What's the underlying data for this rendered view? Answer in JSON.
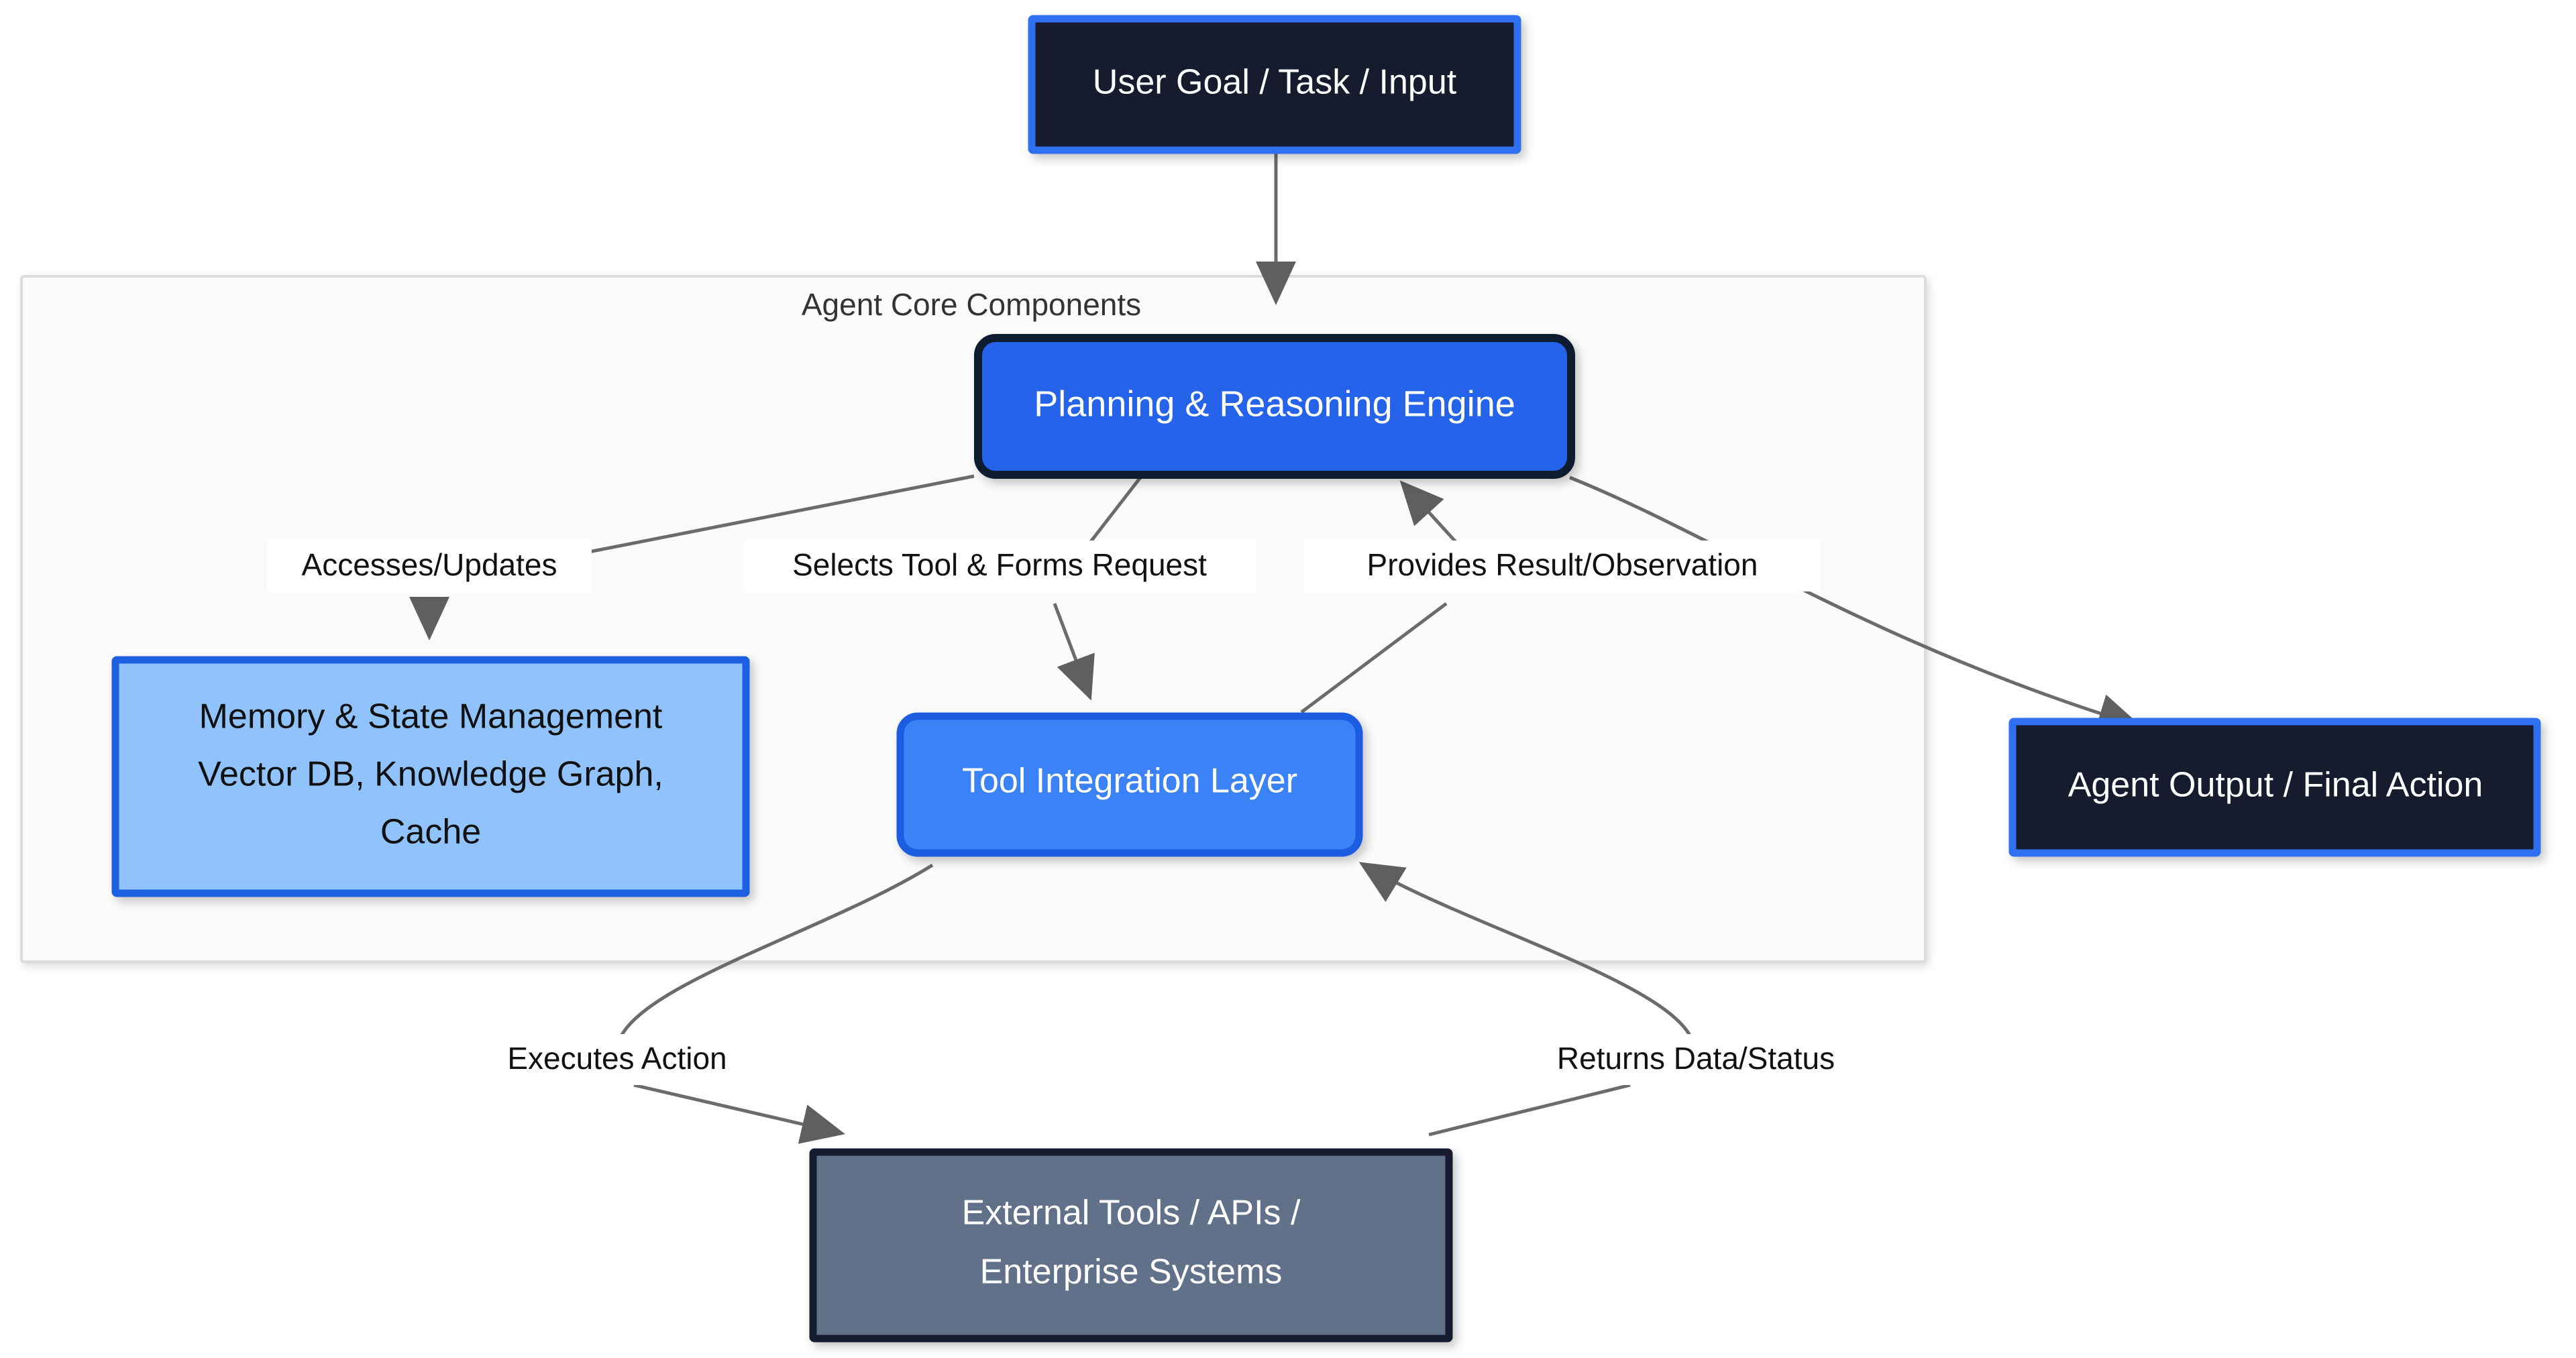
{
  "diagram": {
    "type": "flowchart",
    "title": "",
    "background": "#ffffff",
    "subgraph": {
      "label": "Agent Core Components",
      "fill": "#fbfbfb",
      "stroke": "#d8d8d8"
    },
    "palette": {
      "dark_navy_fill": "#141b2e",
      "bright_blue_border": "#2f6ff0",
      "primary_blue_fill": "#2563eb",
      "primary_blue_border": "#111a2e",
      "light_blue_fill": "#90c2fb",
      "light_blue_border": "#1a5fe0",
      "mid_blue_fill": "#3b82f6",
      "mid_blue_border": "#1b5ce0",
      "slate_fill": "#62718a",
      "slate_border": "#141b2e",
      "edge_stroke": "#6b6b6b",
      "edge_label_text": "#111111",
      "subgraph_title_text": "#333333"
    },
    "nodes": [
      {
        "id": "user-goal",
        "label": "User Goal / Task / Input",
        "lines": [
          "User Goal / Task / Input"
        ],
        "shape": "rect",
        "fill": "#141b2e",
        "border": "#2f6ff0",
        "text_color": "#ffffff"
      },
      {
        "id": "planning-engine",
        "label": "Planning & Reasoning Engine",
        "lines": [
          "Planning & Reasoning Engine"
        ],
        "shape": "rounded-rect",
        "fill": "#2563eb",
        "border": "#111a2e",
        "text_color": "#ffffff"
      },
      {
        "id": "memory-state",
        "label": "Memory & State Management Vector DB, Knowledge Graph, Cache",
        "lines": [
          "Memory & State Management",
          "Vector DB, Knowledge Graph,",
          "Cache"
        ],
        "shape": "rect",
        "fill": "#90c2fb",
        "border": "#1a5fe0",
        "text_color": "#111111"
      },
      {
        "id": "tool-integration",
        "label": "Tool Integration Layer",
        "lines": [
          "Tool Integration Layer"
        ],
        "shape": "rounded-rect",
        "fill": "#3b82f6",
        "border": "#1b5ce0",
        "text_color": "#ffffff"
      },
      {
        "id": "external-tools",
        "label": "External Tools / APIs / Enterprise Systems",
        "lines": [
          "External Tools / APIs /",
          "Enterprise Systems"
        ],
        "shape": "rect",
        "fill": "#62718a",
        "border": "#141b2e",
        "text_color": "#ffffff"
      },
      {
        "id": "agent-output",
        "label": "Agent Output / Final Action",
        "lines": [
          "Agent Output / Final Action"
        ],
        "shape": "rect",
        "fill": "#141b2e",
        "border": "#2f6ff0",
        "text_color": "#ffffff"
      }
    ],
    "edges": [
      {
        "id": "e1",
        "from": "user-goal",
        "to": "planning-engine",
        "label": ""
      },
      {
        "id": "e2",
        "from": "planning-engine",
        "to": "memory-state",
        "label": "Accesses/Updates"
      },
      {
        "id": "e3",
        "from": "planning-engine",
        "to": "tool-integration",
        "label": "Selects Tool & Forms Request"
      },
      {
        "id": "e4",
        "from": "tool-integration",
        "to": "planning-engine",
        "label": "Provides Result/Observation"
      },
      {
        "id": "e5",
        "from": "planning-engine",
        "to": "agent-output",
        "label": ""
      },
      {
        "id": "e6",
        "from": "tool-integration",
        "to": "external-tools",
        "label": "Executes Action"
      },
      {
        "id": "e7",
        "from": "external-tools",
        "to": "tool-integration",
        "label": "Returns Data/Status"
      }
    ]
  }
}
